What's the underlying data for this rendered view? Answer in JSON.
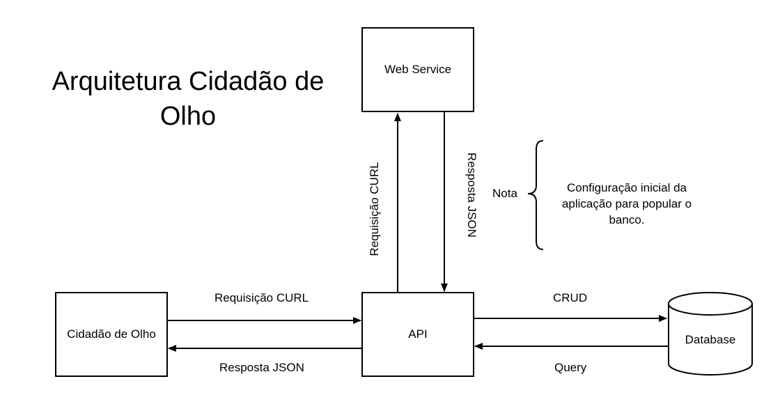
{
  "title": "Arquitetura Cidadão de Olho",
  "nodes": {
    "web_service": "Web Service",
    "api": "API",
    "client": "Cidadão de Olho",
    "database": "Database"
  },
  "edges": {
    "api_to_ws": "Requisição CURL",
    "ws_to_api": "Resposta JSON",
    "client_to_api": "Requisição CURL",
    "api_to_client": "Resposta JSON",
    "api_to_db": "CRUD",
    "db_to_api": "Query"
  },
  "note": {
    "label": "Nota",
    "text": "Configuração inicial da aplicação para popular o banco."
  }
}
